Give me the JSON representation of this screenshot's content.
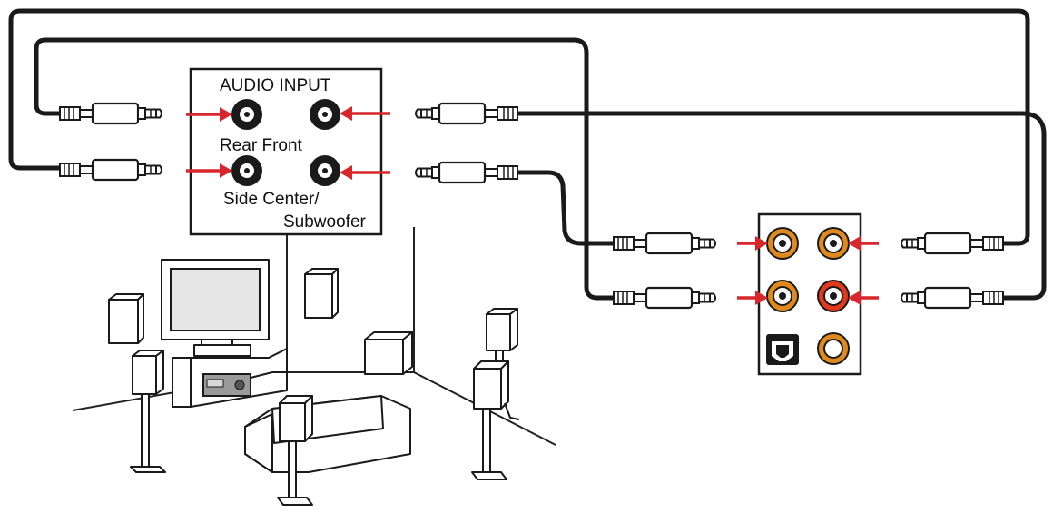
{
  "audio_input_panel": {
    "title": "AUDIO INPUT",
    "label_row1": "Rear Front",
    "label_row2_line1": "Side Center/",
    "label_row2_line2": "Subwoofer"
  },
  "colors": {
    "arrow": "#d7262c",
    "jack_orange": "#e08a1e",
    "jack_red": "#e0391e",
    "cable": "#1a1a1a"
  },
  "jacks": {
    "audio_input": [
      "rear",
      "front",
      "side",
      "center-subwoofer"
    ],
    "rear_io": [
      "top-left",
      "top-right",
      "middle-left",
      "middle-right",
      "optical-out",
      "coaxial-out"
    ]
  }
}
